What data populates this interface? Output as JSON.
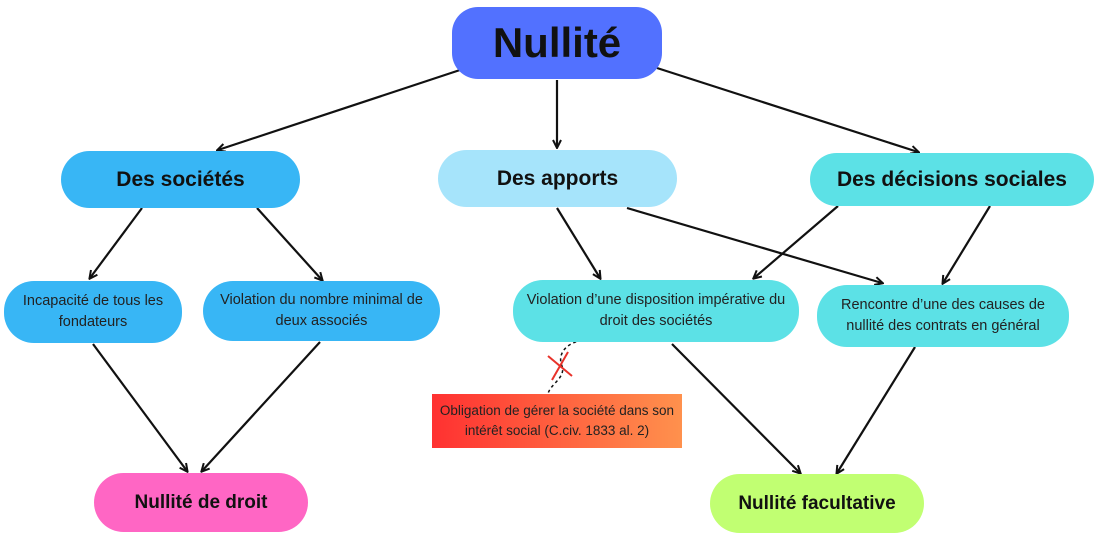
{
  "title": "Nullité",
  "categories": {
    "societes": "Des sociétés",
    "apports": "Des apports",
    "decisions": "Des décisions sociales"
  },
  "leaves": {
    "incapacite": "Incapacité de tous les fondateurs",
    "violation_nombre": "Violation du nombre minimal de deux associés",
    "violation_disposition": "Violation d’une disposition impérative du droit des sociétés",
    "rencontre": "Rencontre d’une des causes de nullité des contrats en général"
  },
  "note": "Obligation de gérer la société dans son intérêt social  (C.civ. 1833 al. 2)",
  "results": {
    "droit": "Nullité de droit",
    "facultative": "Nullité facultative"
  },
  "colors": {
    "title": "#5271ff",
    "societes": "#38b6f5",
    "apports": "#a6e4fb",
    "decisions": "#5ce1e6",
    "droit": "#ff66c4",
    "facultative": "#c1ff72",
    "note_gradient_start": "#ff3131",
    "note_gradient_end": "#ff914d",
    "cross": "#e8322a"
  }
}
